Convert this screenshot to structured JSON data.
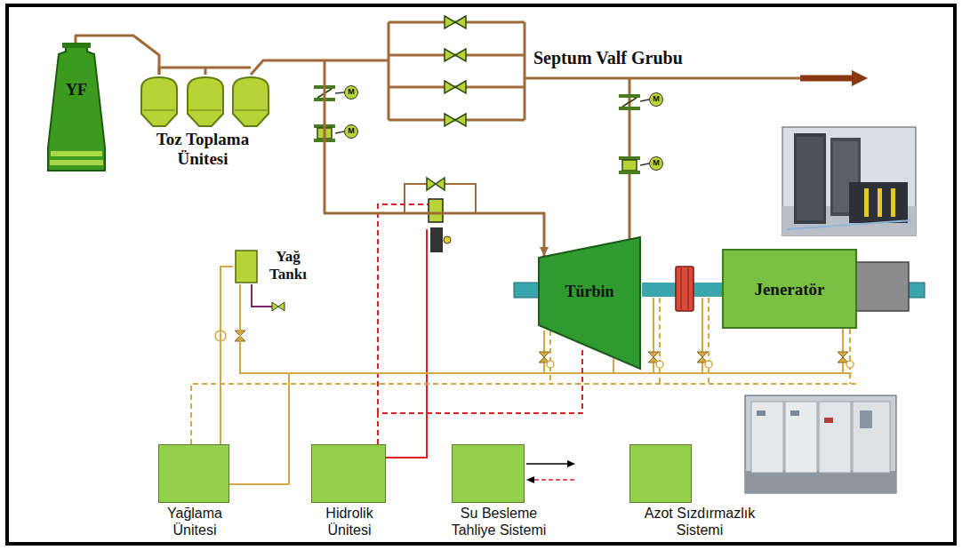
{
  "diagram": {
    "nodes": [
      {
        "text": [
          "YF"
        ]
      },
      {
        "text": [
          "Toz Toplama Ünitesi"
        ]
      },
      {
        "text": [
          "Yağ Tankı"
        ]
      },
      {
        "text": [
          "Türbin"
        ]
      },
      {
        "text": [
          "Jeneratör"
        ]
      },
      {
        "text": [
          "Yağlama Ünitesi"
        ]
      },
      {
        "text": [
          "Hidrolik Ünitesi"
        ]
      },
      {
        "text": [
          "Su Besleme Tahliye Sistemi"
        ]
      },
      {
        "text": [
          "Azot Sızdırmazlık Sistemi"
        ]
      }
    ],
    "edges": [
      {
        "from": 0,
        "to": 1,
        "arrow": "none"
      },
      {
        "from": 1,
        "to": 3,
        "arrow": "to"
      },
      {
        "from": 3,
        "to": 4,
        "arrow": "none"
      },
      {
        "from": 5,
        "to": 2,
        "arrow": "none"
      },
      {
        "from": 5,
        "to": 3,
        "arrow": "none"
      },
      {
        "from": 6,
        "to": 3,
        "arrow": "none"
      }
    ],
    "labels": [
      "Septum Valf Grubu",
      "M",
      "M",
      "M",
      "M"
    ]
  }
}
